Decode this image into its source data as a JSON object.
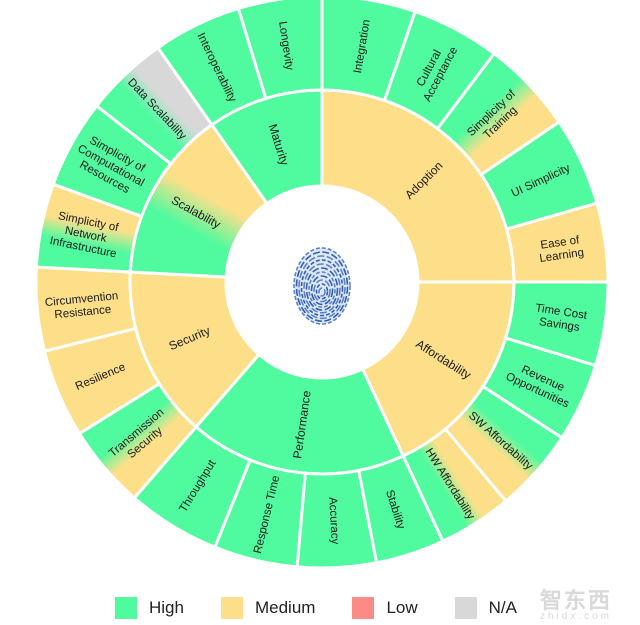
{
  "chart_data": {
    "type": "sunburst",
    "center": "fingerprint-icon",
    "colors": {
      "High": "#50FA9F",
      "Medium": "#FDDF8A",
      "Low": "#FC8A87",
      "N/A": "#D8D8D8"
    },
    "categories": [
      {
        "name": "Adoption",
        "rating": "Medium",
        "start": 0,
        "end": 90,
        "children": [
          {
            "name": "Integration",
            "rating": "High",
            "start": 0,
            "end": 19
          },
          {
            "name": "Cultural Acceptance",
            "lines": [
              "Cultural",
              "Acceptance"
            ],
            "rating": "High",
            "start": 19,
            "end": 37
          },
          {
            "name": "Simplicity of Training",
            "lines": [
              "Simplicity of",
              "Training"
            ],
            "rating": "High-Medium",
            "start": 37,
            "end": 56
          },
          {
            "name": "UI Simplicity",
            "rating": "High",
            "start": 56,
            "end": 74
          },
          {
            "name": "Ease of Learning",
            "lines": [
              "Ease of",
              "Learning"
            ],
            "rating": "Medium",
            "start": 74,
            "end": 90
          }
        ]
      },
      {
        "name": "Affordability",
        "rating": "Medium",
        "start": 90,
        "end": 155,
        "children": [
          {
            "name": "Time Cost Savings",
            "lines": [
              "Time Cost",
              "Savings"
            ],
            "rating": "High",
            "start": 90,
            "end": 107
          },
          {
            "name": "Revenue Opportunities",
            "lines": [
              "Revenue",
              "Opportunities"
            ],
            "rating": "High",
            "start": 107,
            "end": 123
          },
          {
            "name": "SW Affordability",
            "rating": "High-Medium",
            "start": 123,
            "end": 140
          },
          {
            "name": "HW Affordability",
            "rating": "Medium-High",
            "start": 140,
            "end": 155
          }
        ]
      },
      {
        "name": "Performance",
        "rating": "High",
        "start": 155,
        "end": 221,
        "children": [
          {
            "name": "Stability",
            "rating": "High",
            "start": 155,
            "end": 169
          },
          {
            "name": "Accuracy",
            "rating": "High",
            "start": 169,
            "end": 185
          },
          {
            "name": "Response Time",
            "rating": "High",
            "start": 185,
            "end": 202
          },
          {
            "name": "Throughput",
            "rating": "High",
            "start": 202,
            "end": 221
          }
        ]
      },
      {
        "name": "Security",
        "rating": "Medium",
        "start": 221,
        "end": 273,
        "children": [
          {
            "name": "Transmission Security",
            "lines": [
              "Transmission",
              "Security"
            ],
            "rating": "Medium-High",
            "start": 221,
            "end": 238
          },
          {
            "name": "Resilience",
            "rating": "Medium",
            "start": 238,
            "end": 256
          },
          {
            "name": "Circumvention Resistance",
            "lines": [
              "Circumvention",
              "Resistance"
            ],
            "rating": "Medium",
            "start": 256,
            "end": 273
          }
        ]
      },
      {
        "name": "Scalability",
        "rating": "High-Medium",
        "start": 273,
        "end": 325,
        "children": [
          {
            "name": "Simplicity of Network Infrastructure",
            "lines": [
              "Simplicity of",
              "Network",
              "Infrastructure"
            ],
            "rating": "High-Medium",
            "start": 273,
            "end": 290
          },
          {
            "name": "Simplicity of Computational Resources",
            "lines": [
              "Simplicity of",
              "Computational",
              "Resources"
            ],
            "rating": "High",
            "start": 290,
            "end": 308
          },
          {
            "name": "Data Scalability",
            "rating": "High-N/A",
            "start": 308,
            "end": 325
          }
        ]
      },
      {
        "name": "Maturity",
        "rating": "High",
        "start": 325,
        "end": 360,
        "children": [
          {
            "name": "Interoperability",
            "rating": "High",
            "start": 325,
            "end": 343
          },
          {
            "name": "Longevity",
            "rating": "High",
            "start": 343,
            "end": 360
          }
        ]
      }
    ],
    "legend": [
      {
        "label": "High",
        "color": "#50FA9F"
      },
      {
        "label": "Medium",
        "color": "#FDDF8A"
      },
      {
        "label": "Low",
        "color": "#FC8A87"
      },
      {
        "label": "N/A",
        "color": "#D8D8D8"
      }
    ]
  },
  "legend": {
    "items": [
      {
        "label": "High",
        "color": "#50FA9F"
      },
      {
        "label": "Medium",
        "color": "#FDDF8A"
      },
      {
        "label": "Low",
        "color": "#FC8A87"
      },
      {
        "label": "N/A",
        "color": "#D8D8D8"
      }
    ]
  },
  "watermark": {
    "top": "智东西",
    "bottom": "zhidx.com"
  }
}
